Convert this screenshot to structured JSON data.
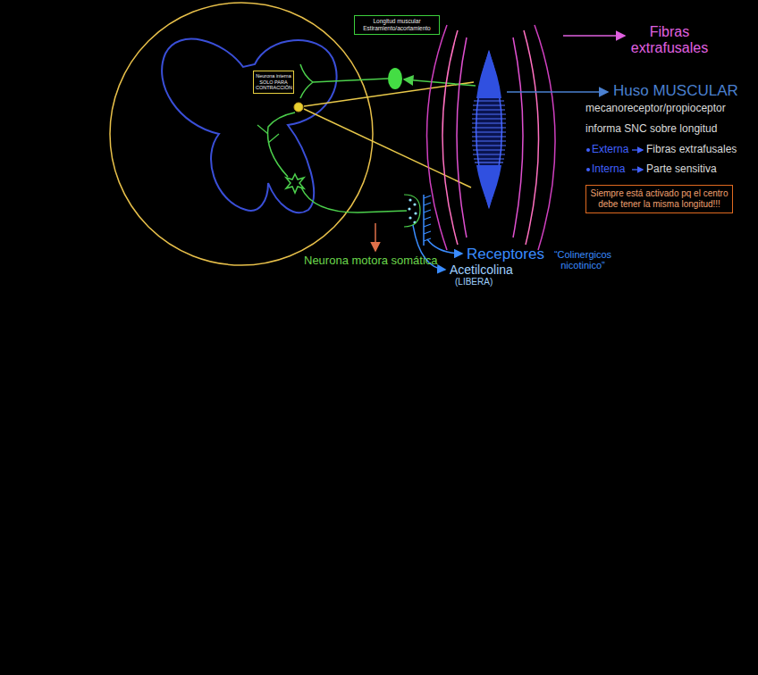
{
  "diagram": {
    "nodes": [
      {
        "text": [
          "Longitud muscular Estiramiento/acortamiento"
        ]
      },
      {
        "text": [
          "Neurona interna SOLO PARA CONTRACCIÓN"
        ]
      },
      {
        "text": [
          "Siempre está activado pq el centro debe tener la misma longitud!!!"
        ]
      }
    ],
    "labels": [
      "Fibras extrafusales",
      "Huso MUSCULAR",
      "mecanoreceptor/propioceptor",
      "informa SNC sobre longitud",
      "Externa",
      "Fibras extrafusales",
      "Interna",
      "Parte sensitiva",
      "Neurona motora somática",
      "Receptores",
      "“Colinergicos nicotinico”",
      "Acetilcolina",
      "(LIBERA)"
    ]
  }
}
